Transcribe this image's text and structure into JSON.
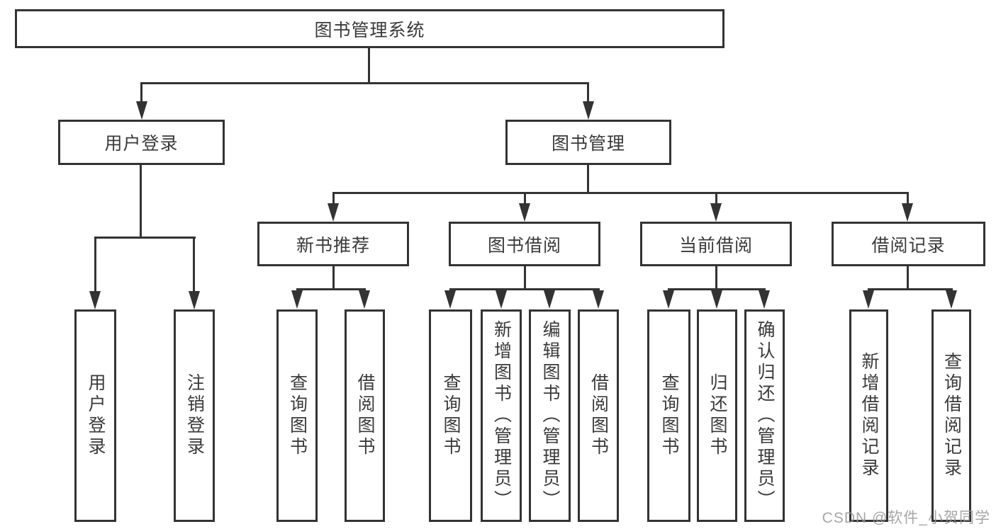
{
  "diagram": {
    "title": "图书管理系统",
    "colors": {
      "line": "#333333",
      "text": "#3a3a3a",
      "background": "#ffffff",
      "watermark": "#969696"
    },
    "root": {
      "label": "图书管理系统"
    },
    "level2": [
      {
        "label": "用户登录"
      },
      {
        "label": "图书管理"
      }
    ],
    "level3": [
      {
        "label": "新书推荐"
      },
      {
        "label": "图书借阅"
      },
      {
        "label": "当前借阅"
      },
      {
        "label": "借阅记录"
      }
    ],
    "leaves": [
      {
        "label": "用户登录",
        "parent": "用户登录"
      },
      {
        "label": "注销登录",
        "parent": "用户登录"
      },
      {
        "label": "查询图书",
        "parent": "新书推荐"
      },
      {
        "label": "借阅图书",
        "parent": "新书推荐"
      },
      {
        "label": "查询图书",
        "parent": "图书借阅"
      },
      {
        "label": "新增图书（管理员）",
        "parent": "图书借阅"
      },
      {
        "label": "编辑图书（管理员）",
        "parent": "图书借阅"
      },
      {
        "label": "借阅图书",
        "parent": "图书借阅"
      },
      {
        "label": "查询图书",
        "parent": "当前借阅"
      },
      {
        "label": "归还图书",
        "parent": "当前借阅"
      },
      {
        "label": "确认归还（管理员）",
        "parent": "当前借阅"
      },
      {
        "label": "新增借阅记录",
        "parent": "借阅记录"
      },
      {
        "label": "查询借阅记录",
        "parent": "借阅记录"
      }
    ],
    "watermark": "CSDN @软件_小贺同学"
  }
}
